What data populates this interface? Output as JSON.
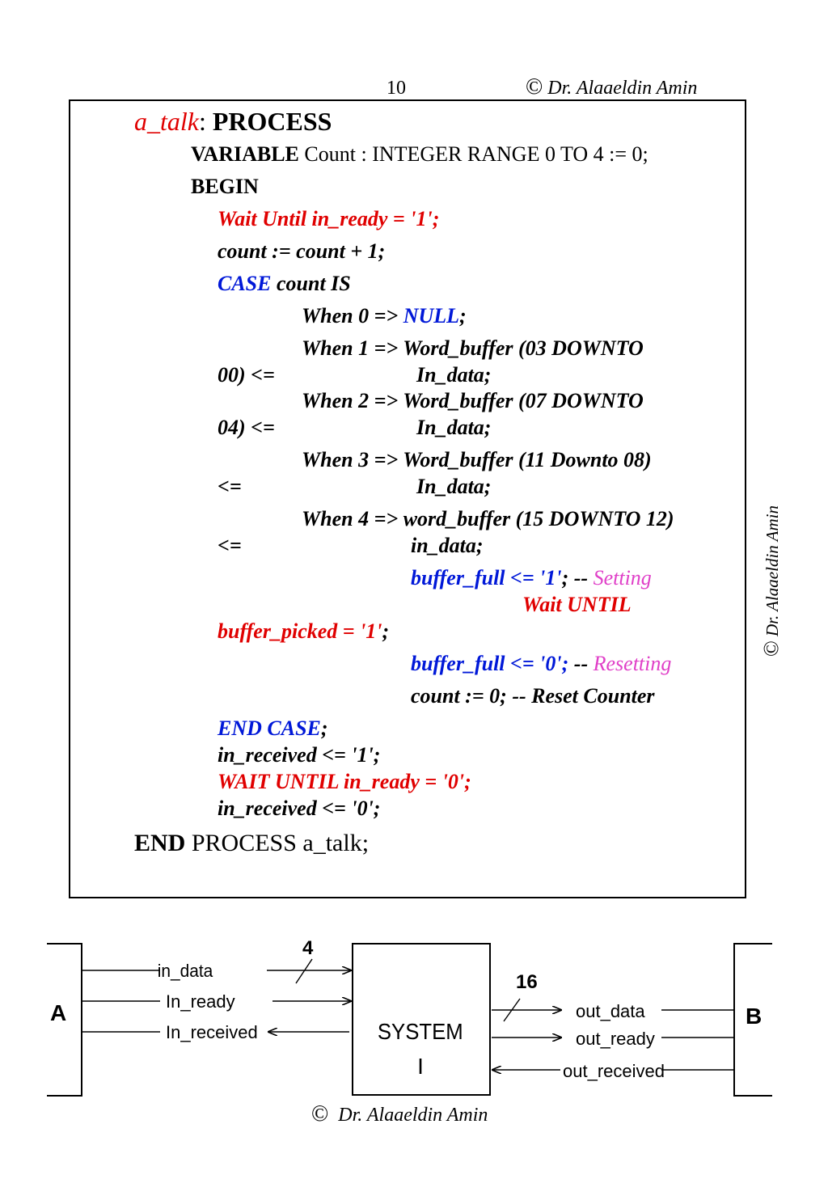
{
  "header": {
    "page_number": "10",
    "copyright_symbol": "©",
    "author": "Dr. Alaaeldin  Amin"
  },
  "code": {
    "process_label": "a_talk",
    "colon": ": ",
    "process_kw": "PROCESS",
    "variable_kw": "VARIABLE",
    "variable_rest": " Count : INTEGER RANGE 0 TO 4 := 0;",
    "begin_kw": "BEGIN",
    "wait_in_ready_1": "Wait Until in_ready = '1';",
    "count_inc": "count := count + 1;",
    "case_kw": "CASE",
    "case_rest": " count IS",
    "when0_a": "When 0 => ",
    "when0_null": "NULL",
    "when0_b": ";",
    "when1_a": "When 1 => Word_buffer (03 DOWNTO",
    "when1_b": "00) <=",
    "when1_c": "In_data;",
    "when2_a": "When 2 => Word_buffer (07 DOWNTO",
    "when2_b": "04) <=",
    "when2_c": "In_data;",
    "when3_a": "When 3 => Word_buffer (11 Downto 08)",
    "when3_b": "<=",
    "when3_c": "In_data;",
    "when4_a": "When 4 => word_buffer (15 DOWNTO 12)",
    "when4_b": "<=",
    "when4_c": "in_data;",
    "bf1_code": "buffer_full <= '1'",
    "bf1_semi": ";  -- ",
    "bf1_comment": "Setting",
    "wait_until_kw": "Wait UNTIL",
    "buffer_picked": "buffer_picked = '1'",
    "buffer_picked_semi": ";",
    "bf0_code": "buffer_full <= '0';",
    "bf0_dash": " -- ",
    "bf0_comment": "Resetting",
    "count_reset": "count := 0;  -- Reset Counter",
    "end_case": "END CASE",
    "end_case_semi": ";",
    "in_received_1": "in_received <= '1';",
    "wait_in_ready_0": "WAIT UNTIL in_ready = '0';",
    "in_received_0": "in_received <= '0';",
    "end_kw": "END",
    "end_rest": " PROCESS a_talk;"
  },
  "side_credit": {
    "copyright_symbol": "©",
    "author": "Dr. Alaaeldin  Amin"
  },
  "diagram": {
    "block_a": "A",
    "block_b": "B",
    "system_line1": "SYSTEM",
    "system_line2": "I",
    "in_data": "in_data",
    "in_ready": "In_ready",
    "in_received": "In_received",
    "width_in": "4",
    "width_out": "16",
    "out_data": "out_data",
    "out_ready": "out_ready",
    "out_received": "out_received"
  },
  "footer": {
    "copyright_symbol": "©",
    "author": "Dr. Alaaeldin  Amin"
  }
}
